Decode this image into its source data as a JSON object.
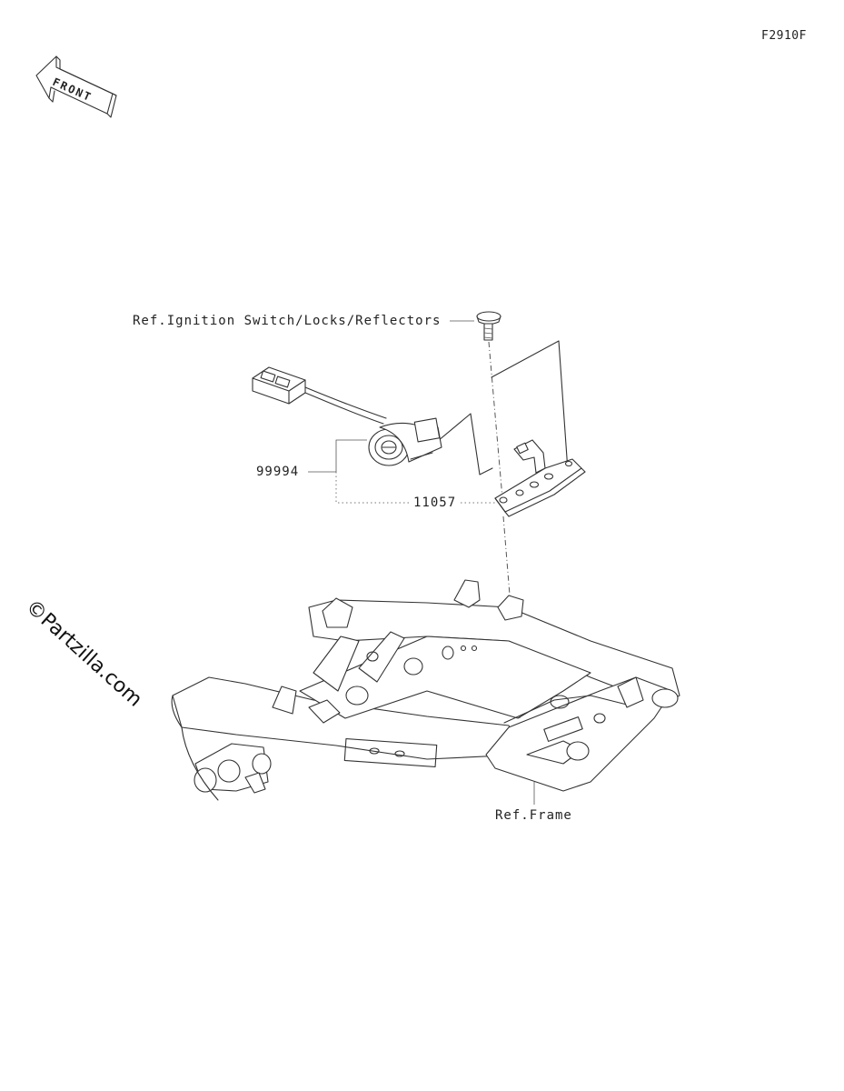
{
  "figure_code": "F2910F",
  "front_badge": "FRONT",
  "watermark": "©Partzilla.com",
  "callouts": {
    "ref_ignition": "Ref.Ignition Switch/Locks/Reflectors",
    "part_1": "99994",
    "part_2": "11057",
    "ref_frame": "Ref.Frame"
  }
}
